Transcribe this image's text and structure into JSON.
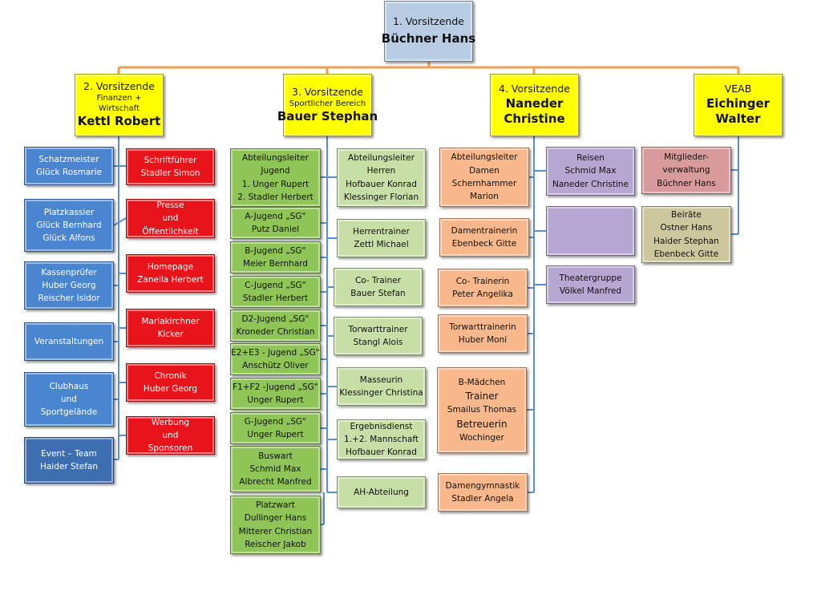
{
  "chairman": {
    "role": "1. Vorsitzende",
    "name": "Büchner Hans"
  },
  "deputies": [
    {
      "role": "2. Vorsitzende",
      "sub": "Finanzen +",
      "sub2": "Wirtschaft",
      "name": "Kettl Robert"
    },
    {
      "role": "3. Vorsitzende",
      "sub": "Sportlicher Bereich",
      "name": "Bauer Stephan"
    },
    {
      "role": "4. Vorsitzende",
      "name": "Naneder",
      "name2": "Christine"
    },
    {
      "role": "VEAB",
      "name": "Eichinger",
      "name2": "Walter"
    }
  ],
  "col_finance_left": [
    {
      "lines": [
        "Schatzmeister",
        "Glück Rosmarie"
      ]
    },
    {
      "lines": [
        "Platzkassier",
        "Glück Bernhard",
        "Glück Alfons"
      ]
    },
    {
      "lines": [
        "Kassenprüfer",
        "Huber Georg",
        "Reischer Isidor"
      ]
    },
    {
      "lines": [
        "Veranstaltungen"
      ]
    },
    {
      "lines": [
        "Clubhaus",
        "und",
        "Sportgelände"
      ]
    },
    {
      "lines": [
        "Event – Team",
        "Haider Stefan"
      ]
    }
  ],
  "col_finance_right": [
    {
      "lines": [
        "Schriftführer",
        "Stadler Simon"
      ]
    },
    {
      "lines": [
        "Presse",
        "und",
        "Öffentlichkeit"
      ]
    },
    {
      "lines": [
        "Homepage",
        "Zanella Herbert"
      ]
    },
    {
      "lines": [
        "Mariakirchner",
        "Kicker"
      ]
    },
    {
      "lines": [
        "Chronik",
        "Huber Georg"
      ]
    },
    {
      "lines": [
        "Werbung",
        "und",
        "Sponsoren"
      ]
    }
  ],
  "col_youth": [
    {
      "lines": [
        "Abteilungsleiter",
        "Jugend",
        "1. Unger Rupert",
        "2. Stadler Herbert"
      ]
    },
    {
      "lines": [
        "A-Jugend „SG“",
        "Putz Daniel"
      ]
    },
    {
      "lines": [
        "B-Jugend „SG“",
        "Meier Bernhard"
      ]
    },
    {
      "lines": [
        "C-Jugend „SG“",
        "Stadler Herbert"
      ]
    },
    {
      "lines": [
        "D2-Jugend „SG“",
        "Kroneder Christian"
      ]
    },
    {
      "lines": [
        "E2+E3 - Jugend „SG“",
        "Anschütz Oliver"
      ]
    },
    {
      "lines": [
        "F1+F2 -Jugend „SG“",
        "Unger Rupert"
      ]
    },
    {
      "lines": [
        "G-Jugend „SG“",
        "Unger Rupert"
      ]
    },
    {
      "lines": [
        "Buswart",
        "Schmid Max",
        "Albrecht Manfred"
      ]
    },
    {
      "lines": [
        "Platzwart",
        "Dullinger Hans",
        "Mitterer Christian",
        "Reischer Jakob"
      ]
    }
  ],
  "col_men": [
    {
      "lines": [
        "Abteilungsleiter",
        "Herren",
        "Hofbauer Konrad",
        "Klessinger Florian"
      ]
    },
    {
      "lines": [
        "Herrentrainer",
        "Zettl Michael"
      ]
    },
    {
      "lines": [
        "Co- Trainer",
        "Bauer Stefan"
      ]
    },
    {
      "lines": [
        "Torwarttrainer",
        "Stangl Alois"
      ]
    },
    {
      "lines": [
        "Masseurin",
        "Klessinger Christina"
      ]
    },
    {
      "lines": [
        "Ergebnisdienst",
        "1.+2. Mannschaft",
        "Hofbauer Konrad"
      ]
    },
    {
      "lines": [
        "AH-Abteilung"
      ]
    }
  ],
  "col_women": [
    {
      "lines": [
        "Abteilungsleiter",
        "Damen",
        "Schernhammer",
        "Marion"
      ]
    },
    {
      "lines": [
        "Damentrainerin",
        "Ebenbeck Gitte"
      ]
    },
    {
      "lines": [
        "Co- Trainerin",
        "Peter Angelika"
      ]
    },
    {
      "lines": [
        "Torwarttrainerin",
        "Huber Moni"
      ]
    },
    {
      "lines": [
        "B-Mädchen",
        "Trainer",
        "Smailus Thomas",
        "Betreuerin",
        "Wochinger"
      ]
    },
    {
      "lines": [
        "Damengymnastik",
        "Stadler Angela"
      ]
    }
  ],
  "col_culture": [
    {
      "lines": [
        "Reisen",
        "Schmid Max",
        "Naneder Christine"
      ]
    },
    {
      "lines": []
    },
    {
      "lines": [
        "Theatergruppe",
        "Völkel Manfred"
      ]
    }
  ],
  "col_veab": [
    {
      "lines": [
        "Mitglieder-",
        "verwaltung",
        "Büchner Hans"
      ]
    },
    {
      "lines": [
        "Beiräte",
        "Ostner Hans",
        "Haider Stephan",
        "Ebenbeck Gitte"
      ]
    }
  ],
  "colors": {
    "connector": "#f0a050",
    "trunk": "#5b8fd0",
    "finance": "#4a86d0",
    "red": "#e8141c",
    "youth": "#8fc457",
    "men": "#c7dfa6",
    "women": "#f8b88b",
    "culture": "#b6a6d2",
    "veab_a": "#d89a9a",
    "veab_b": "#cdc79d",
    "deputy": "#ffff00",
    "chairman": "#b8cce4"
  }
}
